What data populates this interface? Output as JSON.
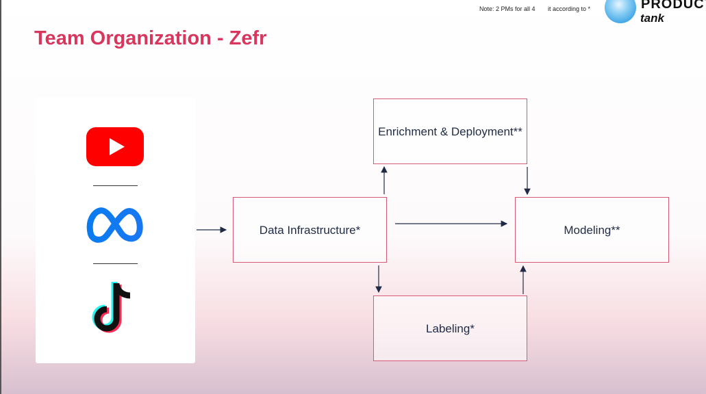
{
  "header": {
    "note_left": "Note: 2 PMs for all 4",
    "note_right": "it according to *",
    "logo_line1": "PRODUCT",
    "logo_line2": "tank"
  },
  "title": "Team Organization - Zefr",
  "platforms": [
    "youtube-icon",
    "meta-icon",
    "tiktok-icon"
  ],
  "boxes": {
    "data_infra": "Data Infrastructure*",
    "enrichment": "Enrichment & Deployment**",
    "modeling": "Modeling**",
    "labeling": "Labeling*"
  },
  "colors": {
    "title": "#d9365e",
    "box_border": "#d65a76",
    "text": "#1f2a44"
  }
}
